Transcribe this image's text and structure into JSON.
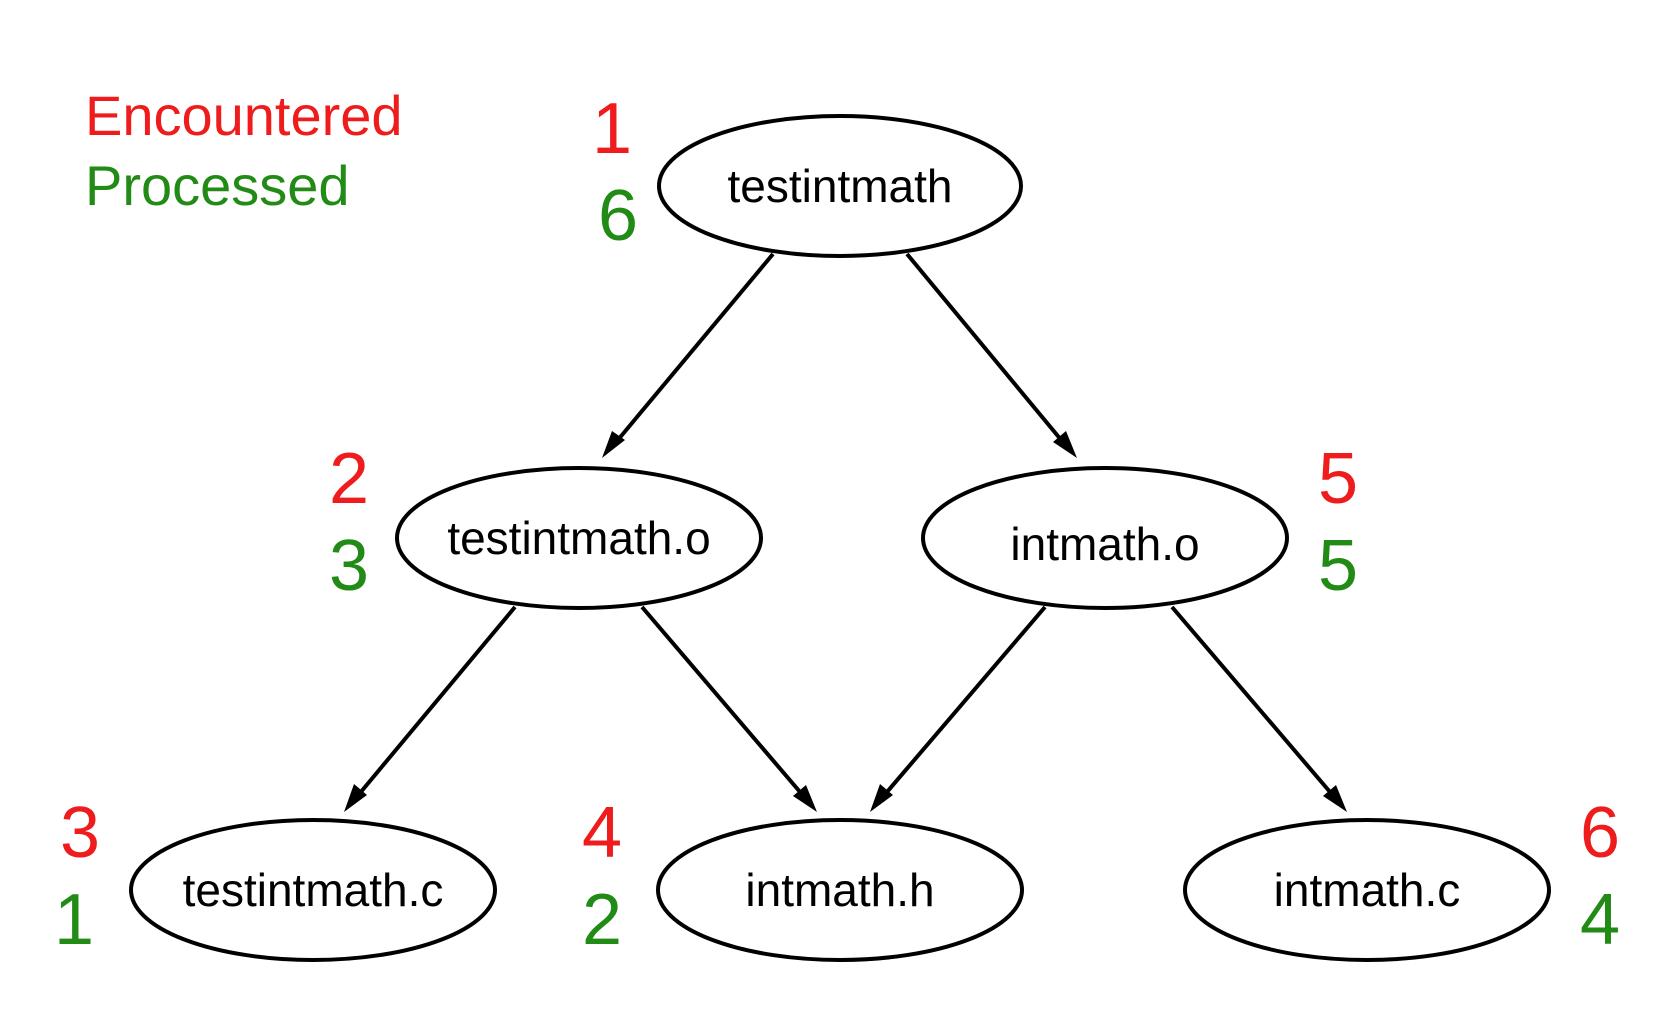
{
  "colors": {
    "encountered": "#ee1c1c",
    "processed": "#228b16",
    "edge": "#000000",
    "node_stroke": "#000000"
  },
  "legend": {
    "encountered_label": "Encountered",
    "processed_label": "Processed"
  },
  "nodes": [
    {
      "id": "testintmath",
      "label": "testintmath",
      "encountered": "1",
      "processed": "6"
    },
    {
      "id": "testintmath_o",
      "label": "testintmath.o",
      "encountered": "2",
      "processed": "3"
    },
    {
      "id": "intmath_o",
      "label": "intmath.o",
      "encountered": "5",
      "processed": "5"
    },
    {
      "id": "testintmath_c",
      "label": "testintmath.c",
      "encountered": "3",
      "processed": "1"
    },
    {
      "id": "intmath_h",
      "label": "intmath.h",
      "encountered": "4",
      "processed": "2"
    },
    {
      "id": "intmath_c",
      "label": "intmath.c",
      "encountered": "6",
      "processed": "4"
    }
  ],
  "edges": [
    {
      "from": "testintmath",
      "to": "testintmath_o"
    },
    {
      "from": "testintmath",
      "to": "intmath_o"
    },
    {
      "from": "testintmath_o",
      "to": "testintmath_c"
    },
    {
      "from": "testintmath_o",
      "to": "intmath_h"
    },
    {
      "from": "intmath_o",
      "to": "intmath_h"
    },
    {
      "from": "intmath_o",
      "to": "intmath_c"
    }
  ]
}
